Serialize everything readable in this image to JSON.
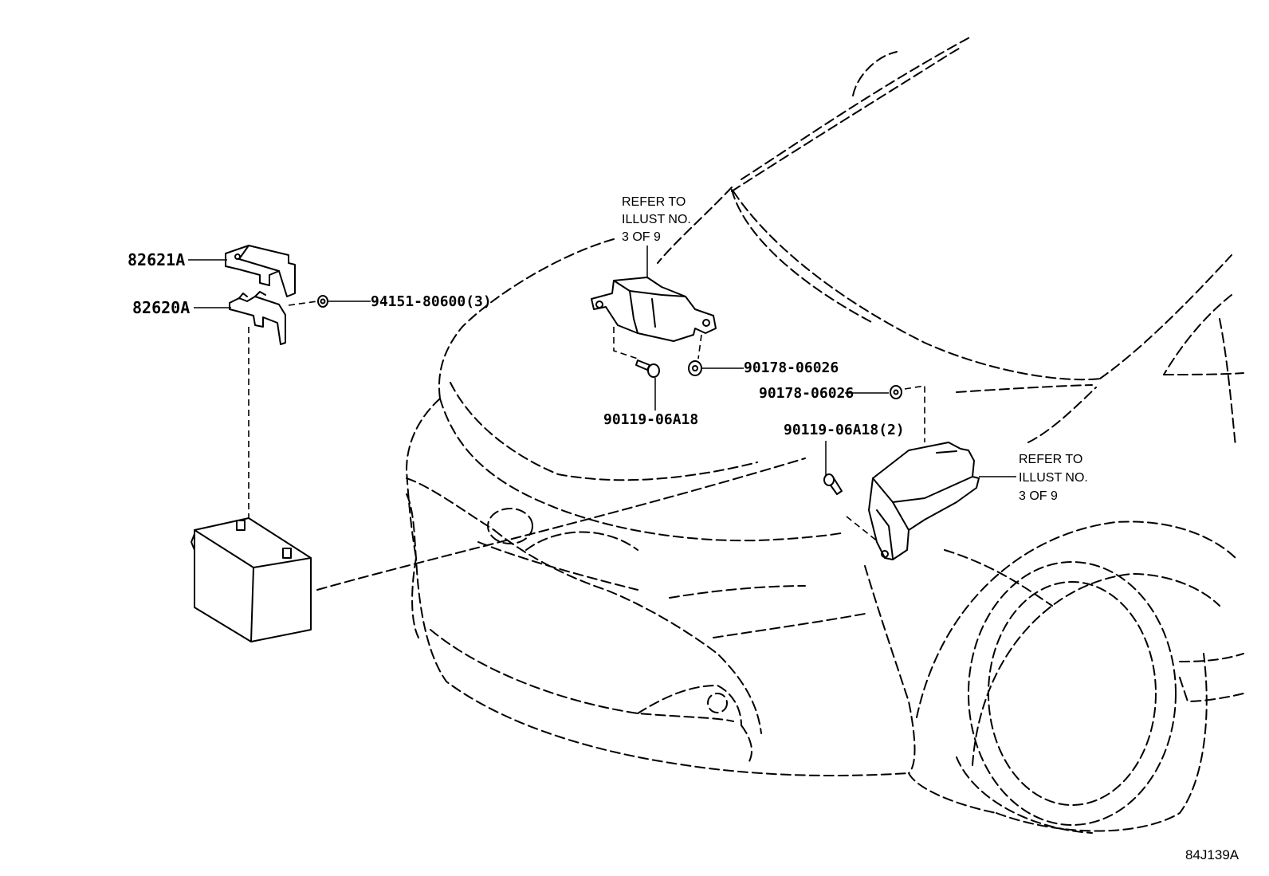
{
  "parts": {
    "cover": "82621A",
    "bracket": "82620A",
    "nut_battery": "94151-80600(3)",
    "nut_relay": "90178-06026",
    "bolt_relay": "90119-06A18",
    "nut_fusebox": "90178-06026",
    "bolt_fusebox": "90119-06A18(2)"
  },
  "notes": {
    "relay_block": [
      "REFER TO",
      "ILLUST NO.",
      "3 OF 9"
    ],
    "fuse_box": [
      "REFER TO",
      "ILLUST NO.",
      "3 OF 9"
    ]
  },
  "illustration_code": "84J139A"
}
